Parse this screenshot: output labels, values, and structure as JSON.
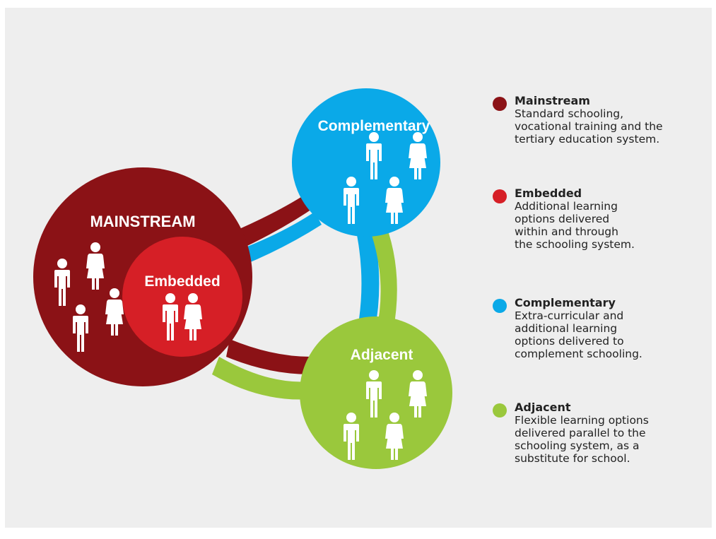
{
  "diagram": {
    "nodes": {
      "mainstream": {
        "label": "MAINSTREAM",
        "color": "#8b1216"
      },
      "embedded": {
        "label": "Embedded",
        "color": "#d61f26"
      },
      "complementary": {
        "label": "Complementary",
        "color": "#0aa9e8"
      },
      "adjacent": {
        "label": "Adjacent",
        "color": "#9ac83c"
      }
    },
    "people_icon": "person-icon"
  },
  "legend": [
    {
      "key": "mainstream",
      "title": "Mainstream",
      "description": "Standard schooling,\nvocational training and the\ntertiary education system.",
      "color": "#8b1216"
    },
    {
      "key": "embedded",
      "title": "Embedded",
      "description": "Additional learning\noptions delivered\nwithin and through\nthe schooling system.",
      "color": "#d61f26"
    },
    {
      "key": "complementary",
      "title": "Complementary",
      "description": "Extra-curricular and\nadditional learning\noptions delivered to\ncomplement schooling.",
      "color": "#0aa9e8"
    },
    {
      "key": "adjacent",
      "title": "Adjacent",
      "description": "Flexible learning options\ndelivered parallel to the\nschooling system, as a\nsubstitute for school.",
      "color": "#9ac83c"
    }
  ]
}
